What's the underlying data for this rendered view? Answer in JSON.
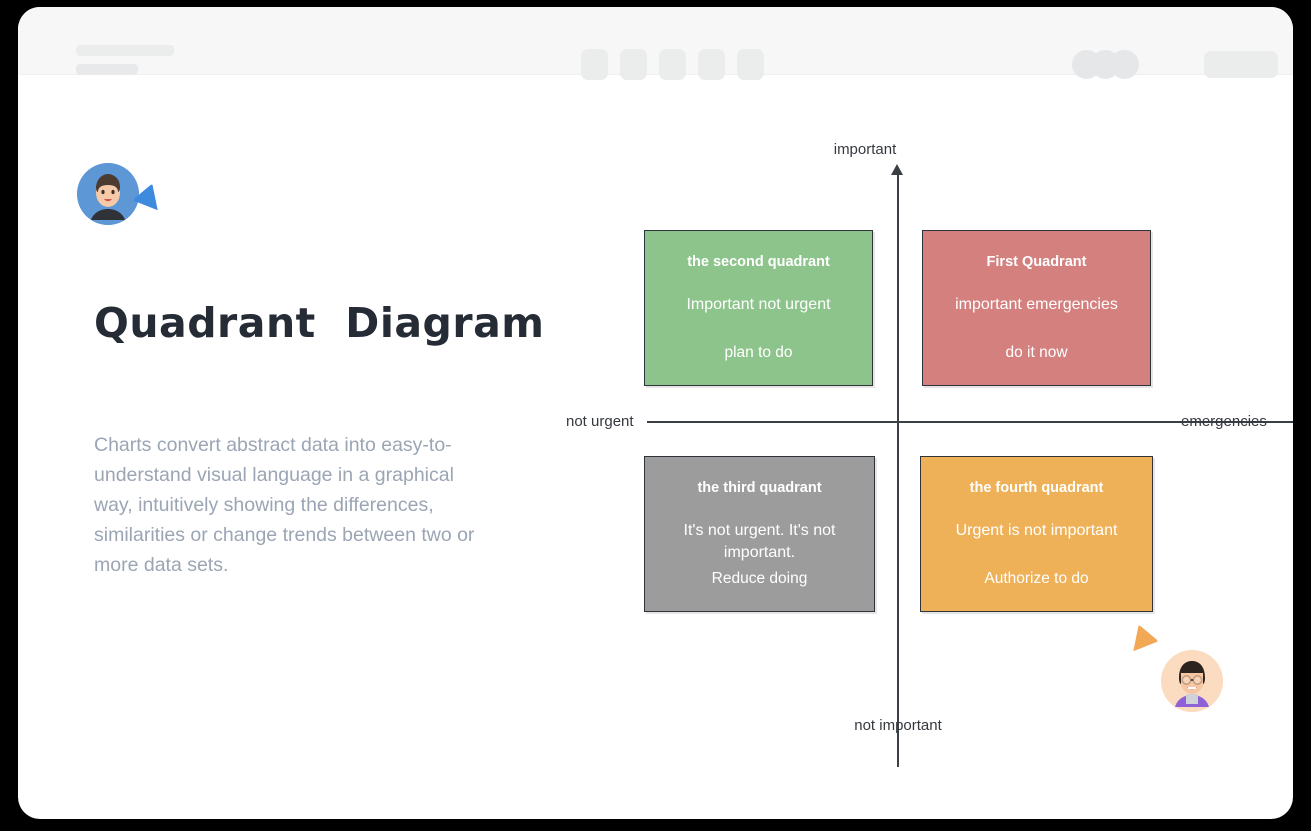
{
  "window": {
    "toolbar": {
      "title_placeholder_1": "",
      "title_placeholder_2": "",
      "center_tools": [
        "tool-1",
        "tool-2",
        "tool-3",
        "tool-4",
        "tool-5"
      ],
      "collaborator_avatars": [
        "avatar-1",
        "avatar-2",
        "avatar-3"
      ],
      "action_button_label": ""
    }
  },
  "left_panel": {
    "presenter": {
      "cursor_color": "#3d8ade",
      "avatar_name": "presenter-avatar"
    },
    "title": "Quadrant  Diagram",
    "description": "Charts convert abstract data into easy-to-understand visual language in a graphical way, intuitively showing the differences, similarities or change trends between two or more data sets."
  },
  "viewer": {
    "cursor_color": "#f2a855",
    "avatar_name": "viewer-avatar"
  },
  "chart_data": {
    "type": "table",
    "title": "Quadrant  Diagram",
    "xlabel": "emergencies",
    "ylabel": "important",
    "axes": {
      "y_top": "important",
      "y_bottom": "not important",
      "x_left": "not urgent",
      "x_right": "emergencies"
    },
    "grid": false,
    "legend": "none",
    "quadrants": [
      {
        "id": "quadrant-1",
        "position": "top-right",
        "title": "First Quadrant",
        "subtitle": "important emergencies",
        "action": "do it now",
        "color": "#d4807f"
      },
      {
        "id": "quadrant-2",
        "position": "top-left",
        "title": "the second quadrant",
        "subtitle": "Important not urgent",
        "action": "plan to do",
        "color": "#8dc48c"
      },
      {
        "id": "quadrant-3",
        "position": "bottom-left",
        "title": "the third quadrant",
        "subtitle": "It's not urgent. It's not important.",
        "action": "Reduce doing",
        "color": "#9c9c9c"
      },
      {
        "id": "quadrant-4",
        "position": "bottom-right",
        "title": "the fourth quadrant",
        "subtitle": "Urgent is not important",
        "action": "Authorize to do",
        "color": "#eeb158"
      }
    ]
  },
  "colors": {
    "page_background": "#000000",
    "card_background": "#ffffff",
    "toolbar_background": "#f7f7f8",
    "title_text": "#262c35",
    "body_text": "#9ba5b4",
    "axis": "#3a3f45"
  }
}
